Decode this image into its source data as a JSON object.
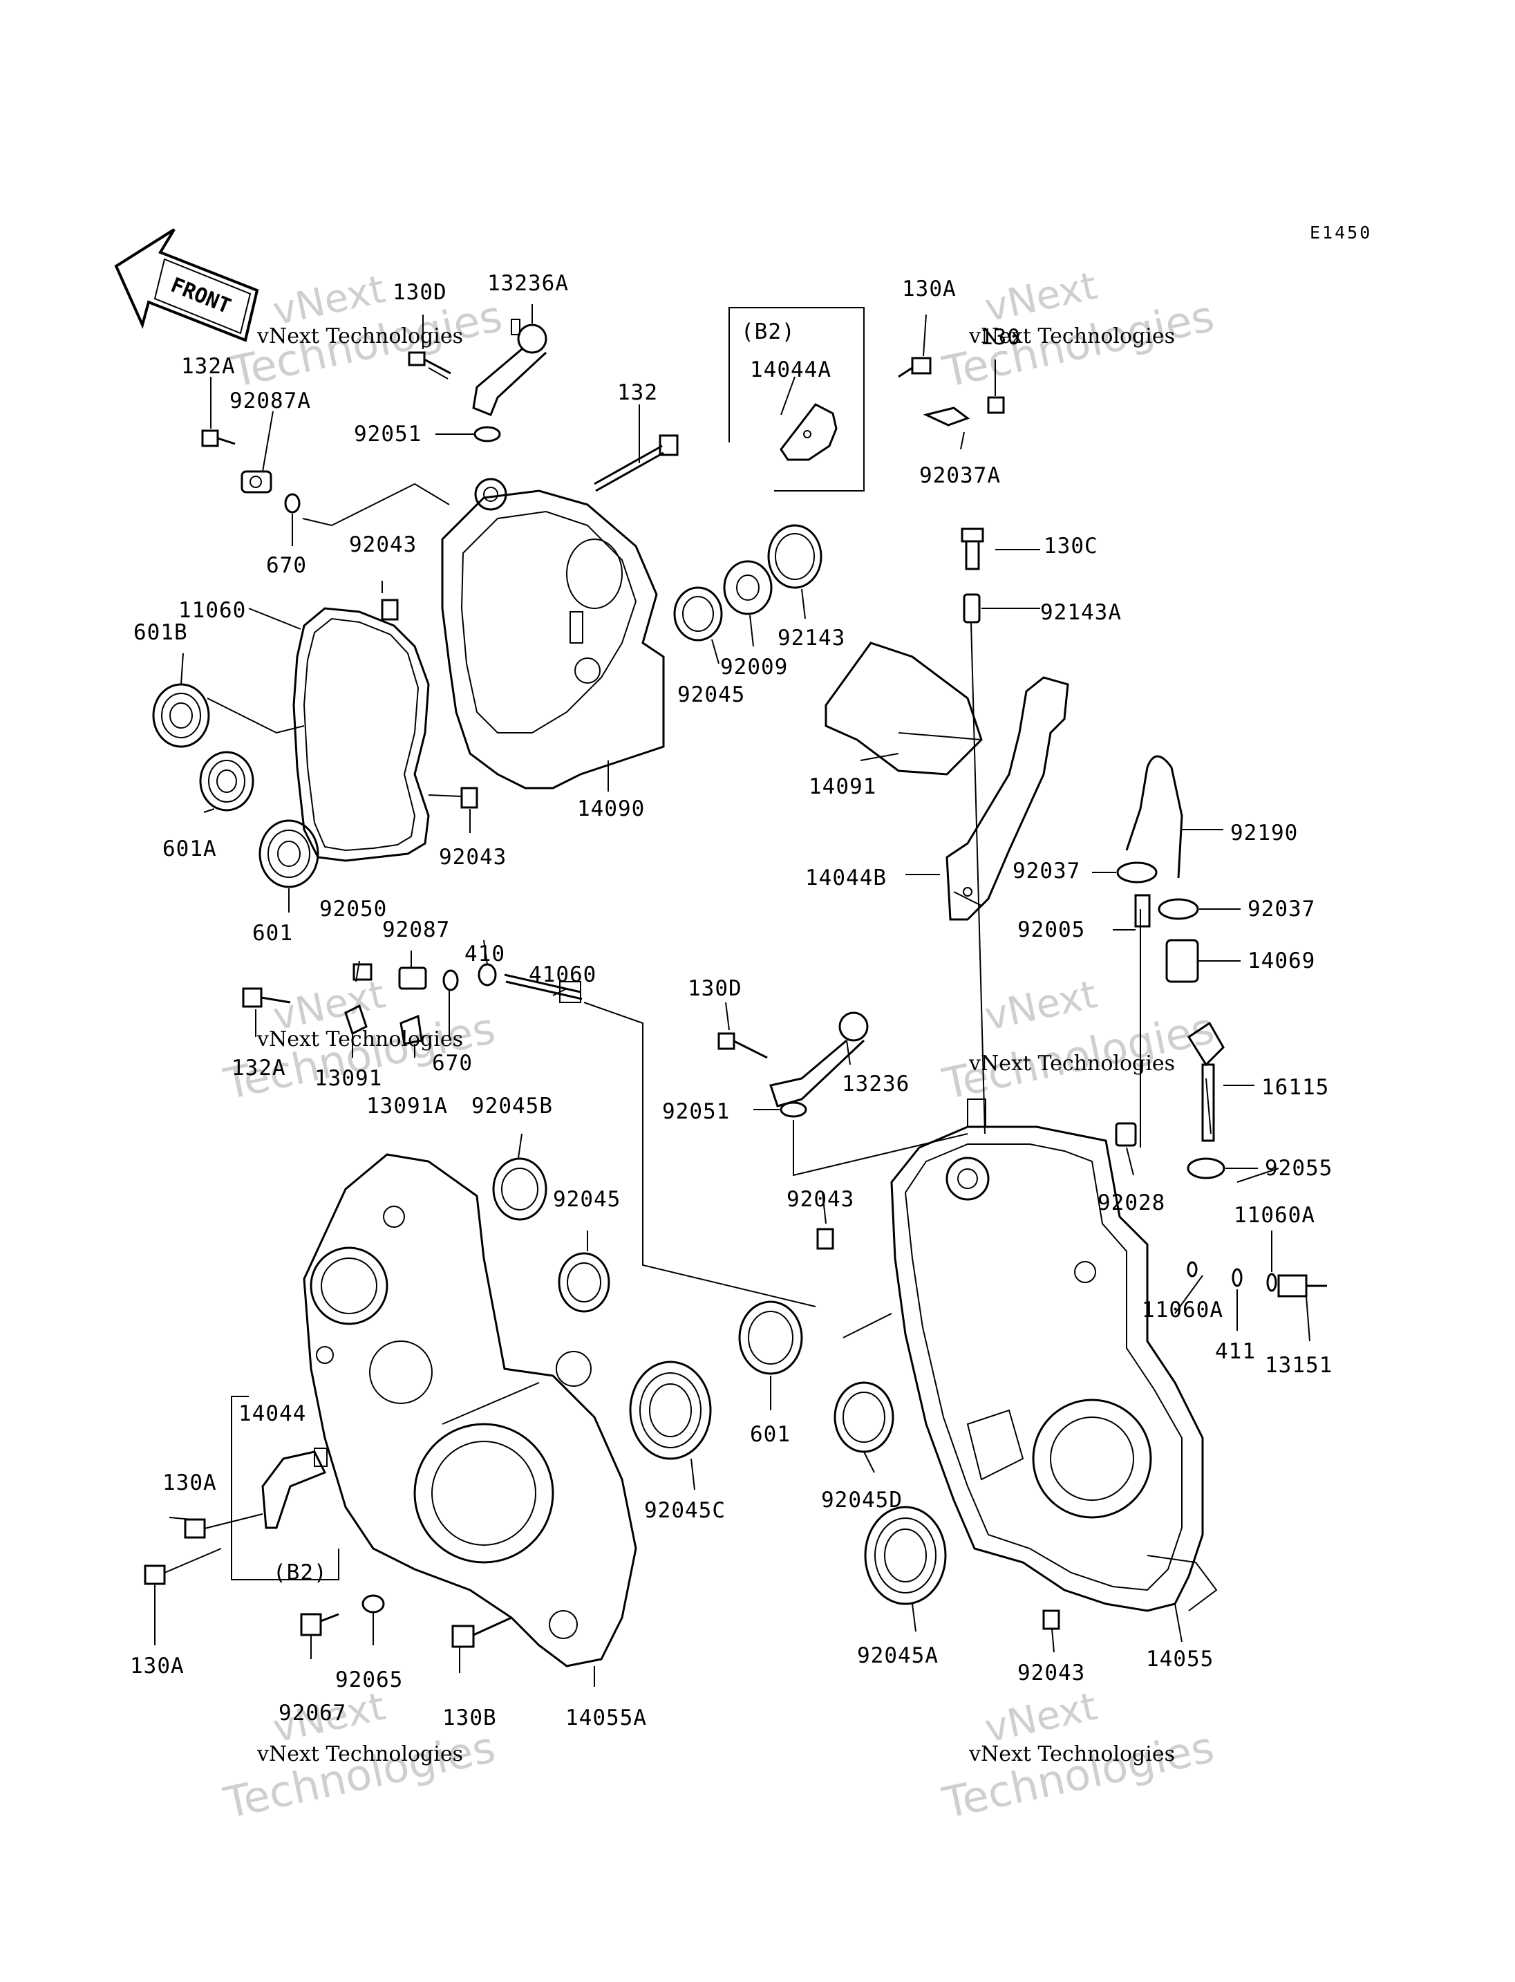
{
  "diagram_code": "E1450",
  "front_label": "FRONT",
  "watermark": {
    "small": "vNext",
    "brand": "vNext Technologies",
    "large": "Technologies"
  },
  "parts": [
    {
      "id": "130D_top",
      "label": "130D"
    },
    {
      "id": "13236A",
      "label": "13236A"
    },
    {
      "id": "132A_top",
      "label": "132A"
    },
    {
      "id": "92087A",
      "label": "92087A"
    },
    {
      "id": "92051_top",
      "label": "92051"
    },
    {
      "id": "132",
      "label": "132"
    },
    {
      "id": "670_top",
      "label": "670"
    },
    {
      "id": "92043_a",
      "label": "92043"
    },
    {
      "id": "11060",
      "label": "11060"
    },
    {
      "id": "601B",
      "label": "601B"
    },
    {
      "id": "601A",
      "label": "601A"
    },
    {
      "id": "601_left",
      "label": "601"
    },
    {
      "id": "92043_b",
      "label": "92043"
    },
    {
      "id": "14090",
      "label": "14090"
    },
    {
      "id": "92045_top",
      "label": "92045"
    },
    {
      "id": "92009",
      "label": "92009"
    },
    {
      "id": "92143",
      "label": "92143"
    },
    {
      "id": "B2_top",
      "label": "(B2)"
    },
    {
      "id": "14044A",
      "label": "14044A"
    },
    {
      "id": "130A_top",
      "label": "130A"
    },
    {
      "id": "130",
      "label": "130"
    },
    {
      "id": "92037A",
      "label": "92037A"
    },
    {
      "id": "130C",
      "label": "130C"
    },
    {
      "id": "92143A",
      "label": "92143A"
    },
    {
      "id": "14091",
      "label": "14091"
    },
    {
      "id": "14044B",
      "label": "14044B"
    },
    {
      "id": "92190",
      "label": "92190"
    },
    {
      "id": "92037_a",
      "label": "92037"
    },
    {
      "id": "92037_b",
      "label": "92037"
    },
    {
      "id": "92005",
      "label": "92005"
    },
    {
      "id": "14069",
      "label": "14069"
    },
    {
      "id": "16115",
      "label": "16115"
    },
    {
      "id": "92055",
      "label": "92055"
    },
    {
      "id": "92050",
      "label": "92050"
    },
    {
      "id": "92087",
      "label": "92087"
    },
    {
      "id": "410",
      "label": "410"
    },
    {
      "id": "41060",
      "label": "41060"
    },
    {
      "id": "132A_mid",
      "label": "132A"
    },
    {
      "id": "13091",
      "label": "13091"
    },
    {
      "id": "670_mid",
      "label": "670"
    },
    {
      "id": "13091A",
      "label": "13091A"
    },
    {
      "id": "92045B",
      "label": "92045B"
    },
    {
      "id": "92045_mid",
      "label": "92045"
    },
    {
      "id": "130D_mid",
      "label": "130D"
    },
    {
      "id": "13236",
      "label": "13236"
    },
    {
      "id": "92051_mid",
      "label": "92051"
    },
    {
      "id": "92043_c",
      "label": "92043"
    },
    {
      "id": "92028",
      "label": "92028"
    },
    {
      "id": "11060A_r",
      "label": "11060A"
    },
    {
      "id": "11060A_m",
      "label": "11060A"
    },
    {
      "id": "411",
      "label": "411"
    },
    {
      "id": "13151",
      "label": "13151"
    },
    {
      "id": "601_mid",
      "label": "601"
    },
    {
      "id": "92045D",
      "label": "92045D"
    },
    {
      "id": "92045C",
      "label": "92045C"
    },
    {
      "id": "14044",
      "label": "14044"
    },
    {
      "id": "130A_l1",
      "label": "130A"
    },
    {
      "id": "B2_bottom",
      "label": "(B2)"
    },
    {
      "id": "130A_l2",
      "label": "130A"
    },
    {
      "id": "92067",
      "label": "92067"
    },
    {
      "id": "92065",
      "label": "92065"
    },
    {
      "id": "130B",
      "label": "130B"
    },
    {
      "id": "14055A",
      "label": "14055A"
    },
    {
      "id": "92045A",
      "label": "92045A"
    },
    {
      "id": "92043_d",
      "label": "92043"
    },
    {
      "id": "14055",
      "label": "14055"
    }
  ]
}
